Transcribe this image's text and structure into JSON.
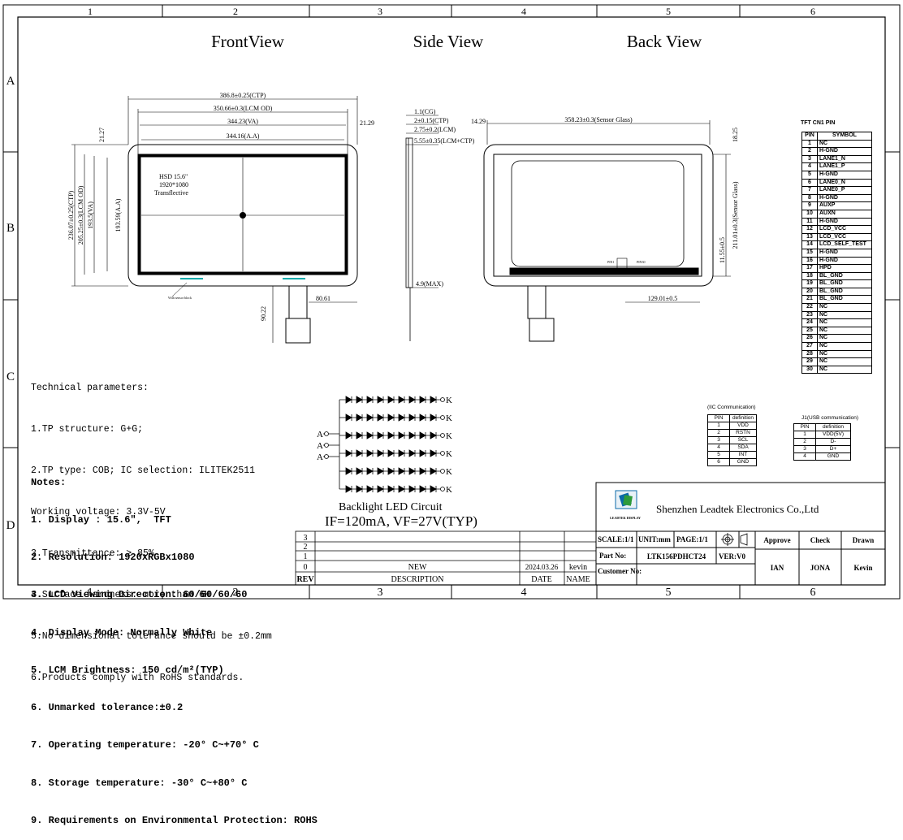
{
  "views": {
    "front": "FrontView",
    "side": "Side View",
    "back": "Back View"
  },
  "grid": {
    "rows": [
      "A",
      "B",
      "C",
      "D"
    ],
    "cols": [
      "1",
      "2",
      "3",
      "4",
      "5",
      "6"
    ]
  },
  "front_dims": {
    "ctp_w": "386.8±0.25(CTP)",
    "lcm_w": "350.66±0.3(LCM OD)",
    "va_w": "344.23(VA)",
    "aa_w": "344.16(A.A)",
    "ctp_h": "236.07±0.25(CTP)",
    "lcm_h": "205.25±0.3(LCM OD)",
    "va_h": "193.5(VA)",
    "aa_h": "193.59(A.A)",
    "top_left": "21.27",
    "top_right": "21.29",
    "fpc_w": "80.61",
    "fpc_len": "90.22",
    "screen_label": "HSD 15.6\"",
    "res_label": "1920*1080",
    "type_label": "Transflective",
    "tiny_label": "With sensor block"
  },
  "side_dims": {
    "cg": "1.1(CG)",
    "ctp": "2±0.15(CTP)",
    "lcm": "2.75±0.2(LCM)",
    "total": "5.55±0.35(LCM+CTP)",
    "max": "4.9(MAX)"
  },
  "back_dims": {
    "left": "14.29",
    "sensor_w": "358.23±0.3(Sensor Glass)",
    "right": "18.25",
    "sensor_h": "211.01±0.3(Sensor Glass)",
    "fpc_off": "11.55±0.5",
    "fpc_x": "129.01±0.5",
    "pin1": "PIN1",
    "pin30": "PIN30"
  },
  "tft_pins": {
    "title": "TFT CN1 PIN",
    "headers": [
      "PIN",
      "SYMBOL"
    ],
    "rows": [
      [
        "1",
        "NC"
      ],
      [
        "2",
        "H-GND"
      ],
      [
        "3",
        "LANE1_N"
      ],
      [
        "4",
        "LANE1_P"
      ],
      [
        "5",
        "H-GND"
      ],
      [
        "6",
        "LANE0_N"
      ],
      [
        "7",
        "LANE0_P"
      ],
      [
        "8",
        "H-GND"
      ],
      [
        "9",
        "AUXP"
      ],
      [
        "10",
        "AUXN"
      ],
      [
        "11",
        "H-GND"
      ],
      [
        "12",
        "LCD_VCC"
      ],
      [
        "13",
        "LCD_VCC"
      ],
      [
        "14",
        "LCD_SELF_TEST"
      ],
      [
        "15",
        "H-GND"
      ],
      [
        "16",
        "H-GND"
      ],
      [
        "17",
        "HPD"
      ],
      [
        "18",
        "BL_GND"
      ],
      [
        "19",
        "BL_GND"
      ],
      [
        "20",
        "BL_GND"
      ],
      [
        "21",
        "BL_GND"
      ],
      [
        "22",
        "NC"
      ],
      [
        "23",
        "NC"
      ],
      [
        "24",
        "NC"
      ],
      [
        "25",
        "NC"
      ],
      [
        "26",
        "NC"
      ],
      [
        "27",
        "NC"
      ],
      [
        "28",
        "NC"
      ],
      [
        "29",
        "NC"
      ],
      [
        "30",
        "NC"
      ]
    ]
  },
  "iic": {
    "title": "(IIC Communication)",
    "headers": [
      "PIN",
      "definition"
    ],
    "rows": [
      [
        "1",
        "VDD"
      ],
      [
        "2",
        "RSTN"
      ],
      [
        "3",
        "SCL"
      ],
      [
        "4",
        "SDA"
      ],
      [
        "5",
        "INT"
      ],
      [
        "6",
        "GND"
      ]
    ]
  },
  "usb": {
    "title": "J1(USB communication)",
    "headers": [
      "PIN",
      "definition"
    ],
    "rows": [
      [
        "1",
        "VDD(5V)"
      ],
      [
        "2",
        "D-"
      ],
      [
        "3",
        "D+"
      ],
      [
        "4",
        "GND"
      ]
    ]
  },
  "tech": {
    "title": "Technical parameters:",
    "lines": [
      "1.TP structure: G+G;",
      "2.TP type: COB; IC selection: ILITEK2511",
      "Working voltage: 3.3V-5V",
      "3.Transmittance: ≥ 85%",
      "4.Surface hardness: more than 6H",
      "5.No dimensional tolerance should be ±0.2mm",
      "6.Products comply with RoHS standards."
    ]
  },
  "notes": {
    "title": "Notes:",
    "lines": [
      "1. Display : 15.6\",  TFT",
      "2. Resolution: 1920xRGBx1080",
      "3. LCD Viewing Direction: 60/60/60/60",
      "4. Display Mode: Normally White",
      "5. LCM Brightness: 150 cd/m²(TYP)",
      "6. Unmarked tolerance:±0.2",
      "7. Operating temperature: -20° C~+70° C",
      "8. Storage temperature: -30° C~+80° C",
      "9. Requirements on Environmental Protection: ROHS"
    ]
  },
  "led": {
    "title": "Backlight LED Circuit",
    "spec": "IF=120mA, VF=27V(TYP)",
    "anode": "A",
    "cathode": "K"
  },
  "company": {
    "name": "Shenzhen Leadtek Electronics Co.,Ltd",
    "logo_text": "LEADTEK DISPLAY"
  },
  "titleblock": {
    "scale": "SCALE:1/1",
    "unit": "UNIT:mm",
    "page": "PAGE:1/1",
    "approve": "Approve",
    "check": "Check",
    "drawn": "Drawn",
    "part_no_label": "Part No:",
    "part_no": "LTK156PDHCT24",
    "ver": "VER:V0",
    "customer_label": "Customer No:",
    "approve_name": "IAN",
    "check_name": "JONA",
    "drawn_name": "Kevin"
  },
  "revision": {
    "rev_label": "REV",
    "desc_label": "DESCRIPTION",
    "date_label": "DATE",
    "name_label": "NAME",
    "marks": [
      "3",
      "2",
      "1",
      "0"
    ],
    "entry": {
      "desc": "NEW",
      "date": "2024.03.26",
      "name": "kevin"
    }
  }
}
